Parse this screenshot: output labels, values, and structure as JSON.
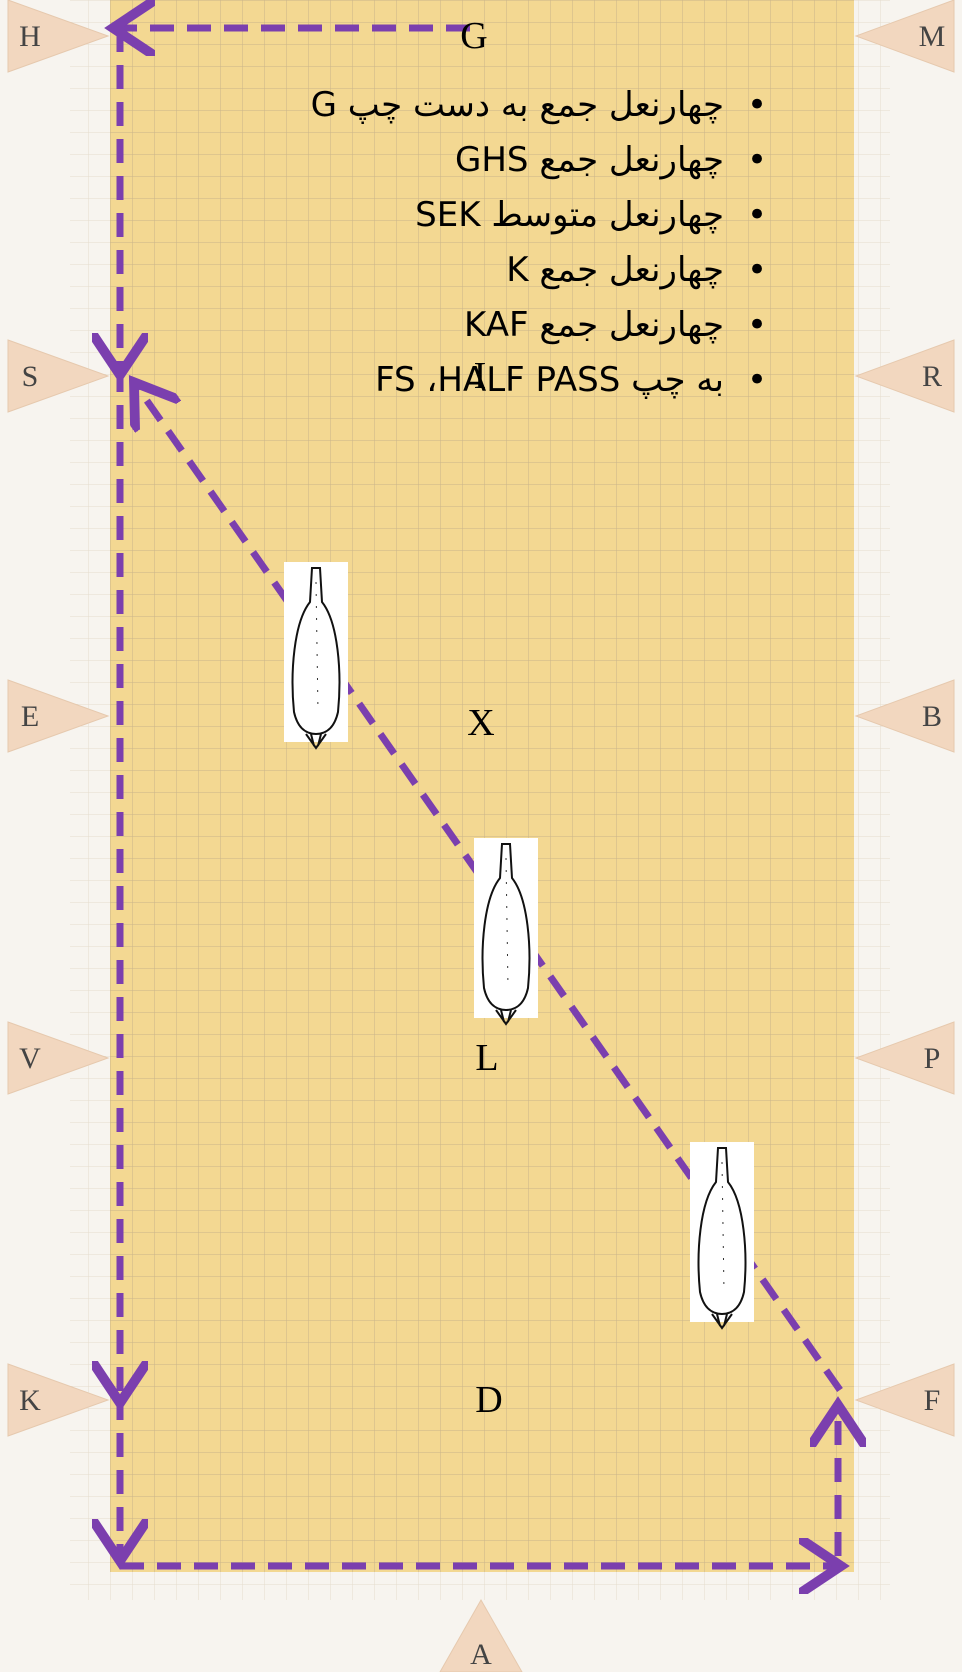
{
  "arena": {
    "fill_color": "#f3d892",
    "grid_color": "#c9b48a",
    "outer_grid_color": "#e4dccd",
    "marker_color": "#f2d7bf",
    "path_color": "#7b3fae",
    "letters": {
      "H": "H",
      "S": "S",
      "E": "E",
      "V": "V",
      "K": "K",
      "M": "M",
      "R": "R",
      "B": "B",
      "P": "P",
      "F": "F",
      "A": "A",
      "G": "G",
      "I": "I",
      "X": "X",
      "L": "L",
      "D": "D"
    }
  },
  "instructions": [
    "G چهارنعل جمع به دست چپ",
    "GHS چهارنعل جمع",
    "SEK چهارنعل متوسط",
    "K چهارنعل جمع",
    "KAF چهارنعل جمع",
    "FS ،HALF PASS به چپ"
  ]
}
